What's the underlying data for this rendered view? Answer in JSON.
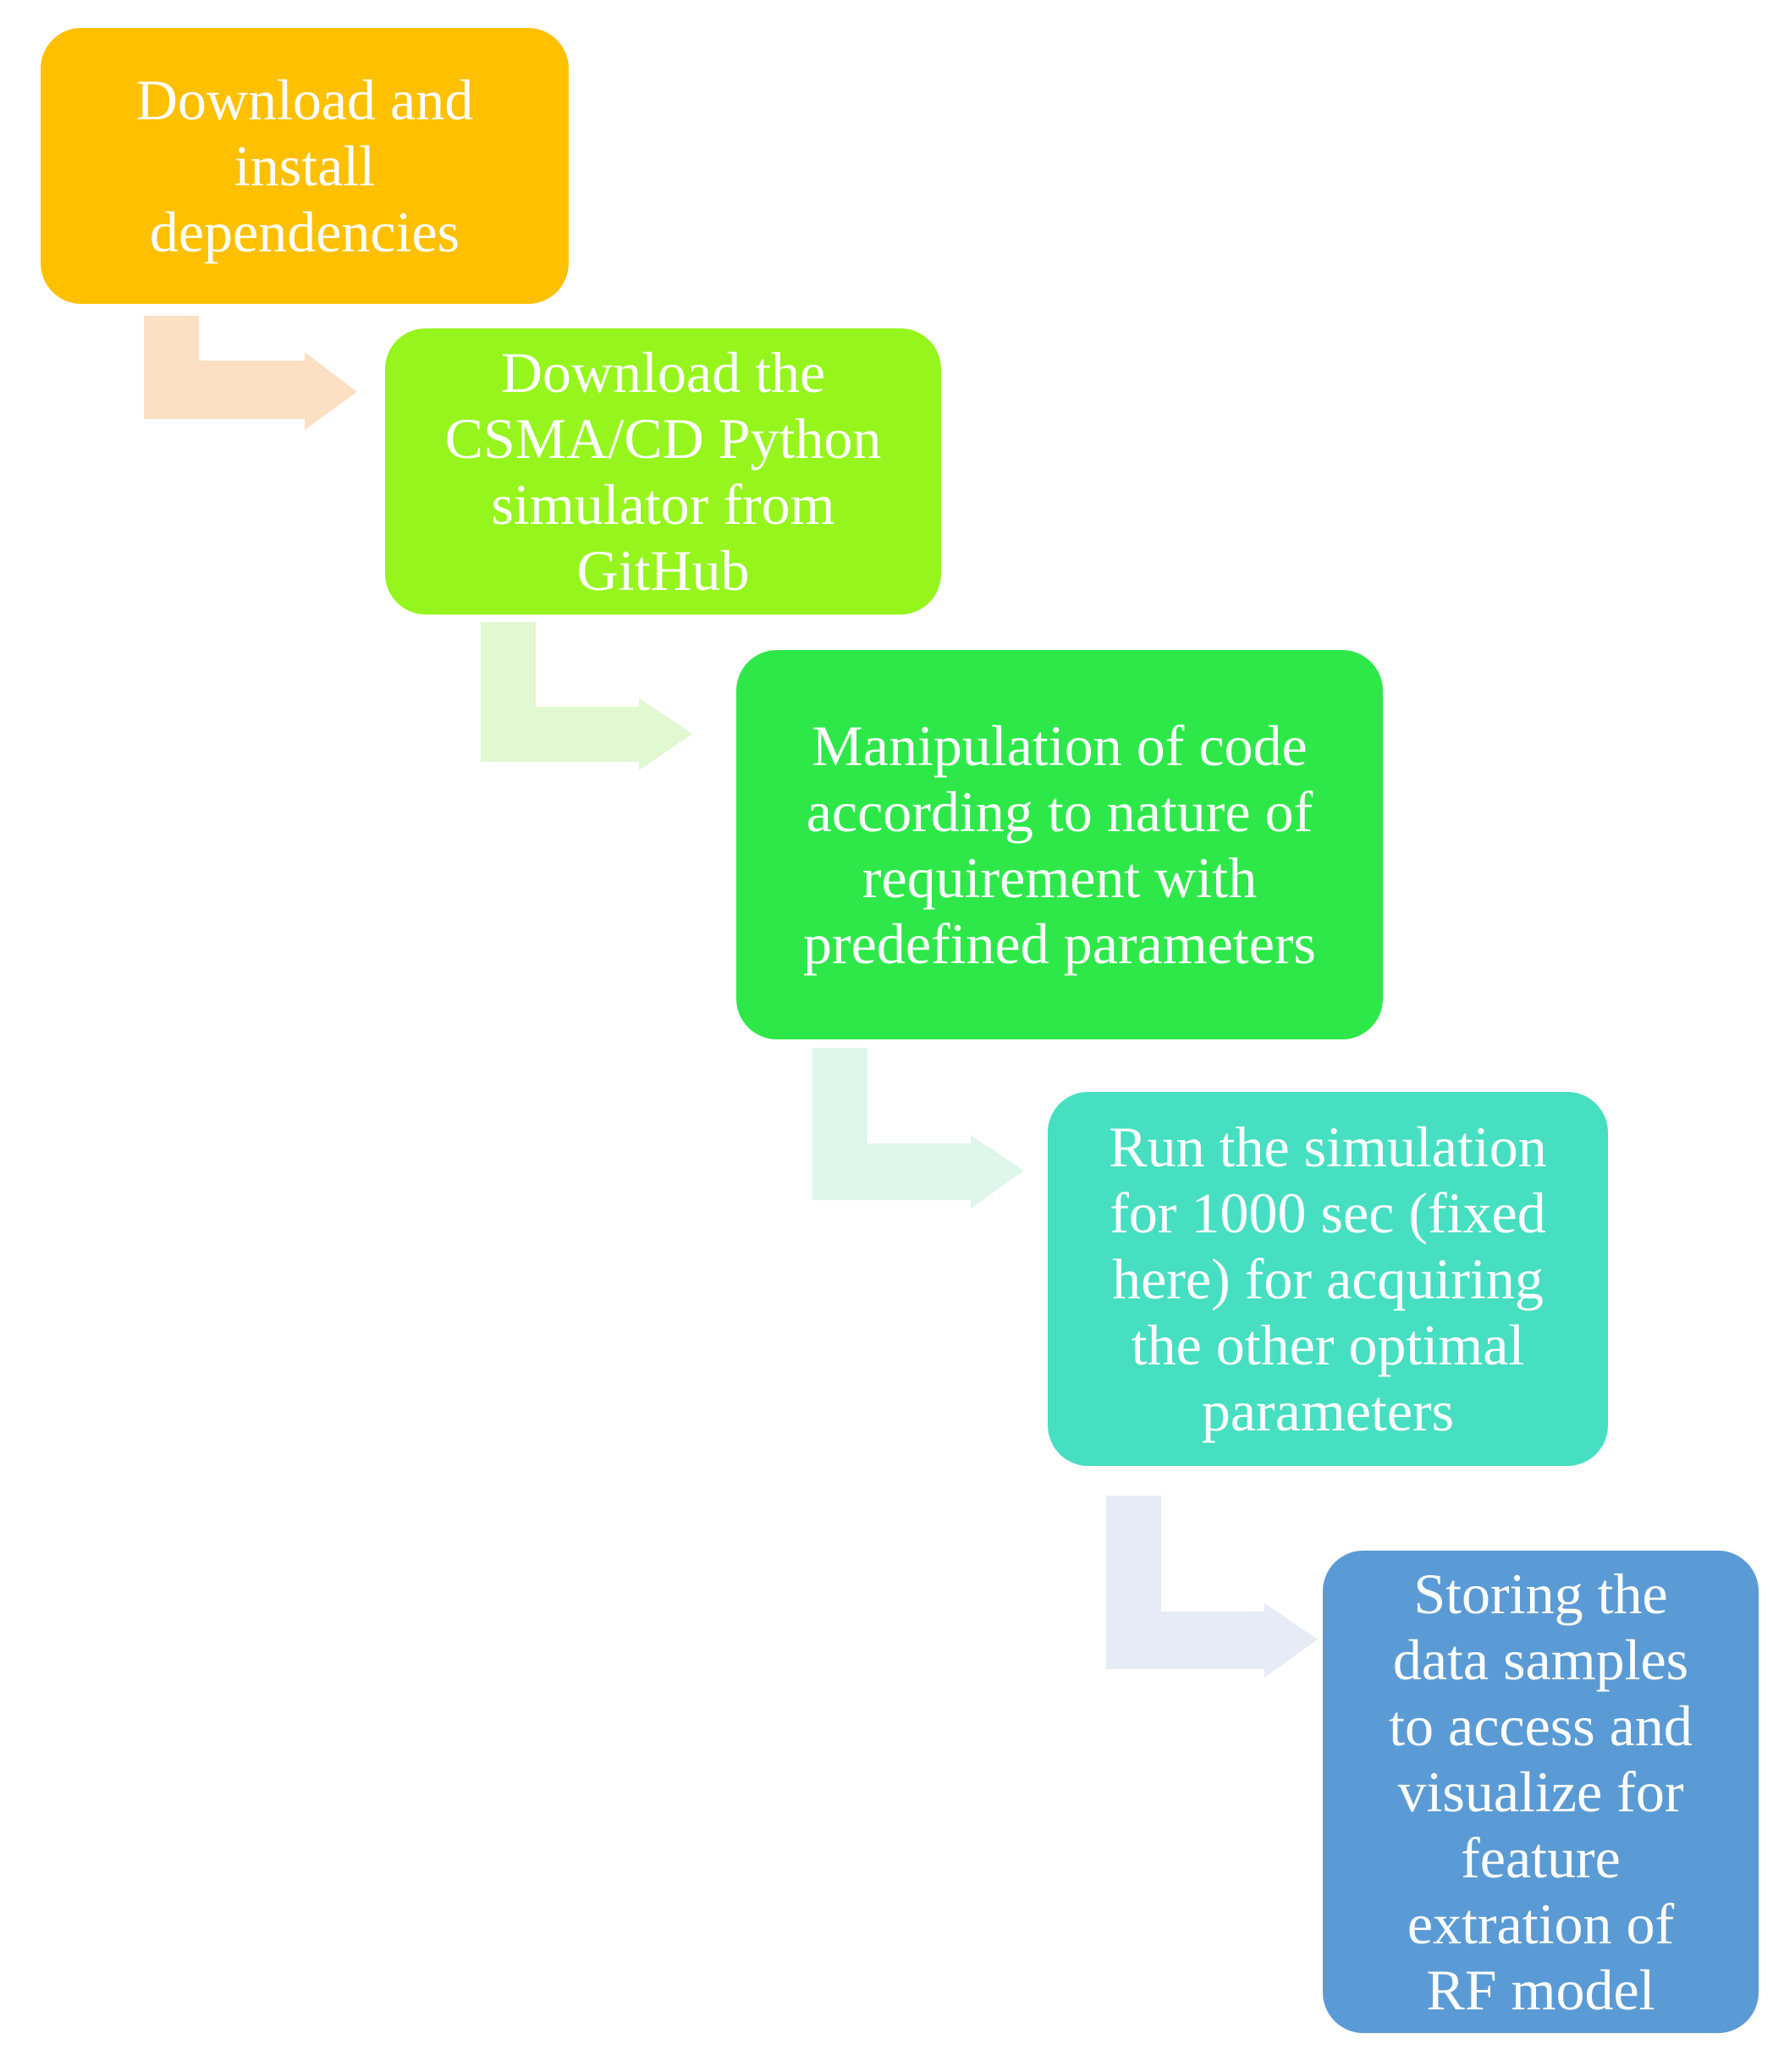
{
  "steps": [
    {
      "id": "step-1",
      "text": "Download and\ninstall\ndependencies",
      "color": "#ffc000"
    },
    {
      "id": "step-2",
      "text": "Download the\nCSMA/CD Python\nsimulator from\nGitHub",
      "color": "#95f51d"
    },
    {
      "id": "step-3",
      "text": "Manipulation of code\naccording to nature of\nrequirement with\npredefined parameters",
      "color": "#2ee84a"
    },
    {
      "id": "step-4",
      "text": "Run the simulation\nfor 1000 sec (fixed\nhere) for acquiring\nthe other optimal\nparameters",
      "color": "#47dfc1"
    },
    {
      "id": "step-5",
      "text": "Storing the\ndata samples\nto access and\nvisualize for\nfeature\nextration of\nRF model",
      "color": "#5b9bd5"
    }
  ],
  "connectors": [
    {
      "name": "bent-arrow-icon",
      "color": "#fde0c4"
    },
    {
      "name": "bent-arrow-icon",
      "color": "#e1f8d0"
    },
    {
      "name": "bent-arrow-icon",
      "color": "#dff6ec"
    },
    {
      "name": "bent-arrow-icon",
      "color": "#e7ebf5"
    }
  ]
}
